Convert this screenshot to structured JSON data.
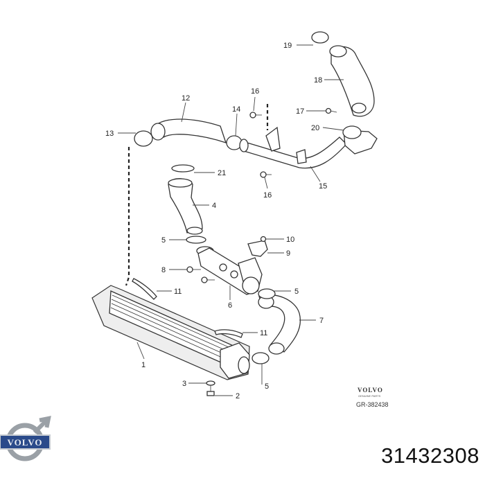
{
  "diagram": {
    "callouts": [
      "1",
      "2",
      "3",
      "4",
      "5",
      "5",
      "5",
      "6",
      "7",
      "8",
      "9",
      "10",
      "11",
      "11",
      "12",
      "13",
      "14",
      "15",
      "16",
      "16",
      "17",
      "18",
      "19",
      "20",
      "21"
    ],
    "watermark": {
      "brand": "VOLVO",
      "tagline": "GENUINE PARTS",
      "reference": "GR-382438"
    }
  },
  "logo": {
    "text": "VOLVO"
  },
  "part_number": "31432308",
  "colors": {
    "line": "#333333",
    "logo_blue": "#2a4a8a",
    "logo_silver": "#9aa0a6"
  }
}
